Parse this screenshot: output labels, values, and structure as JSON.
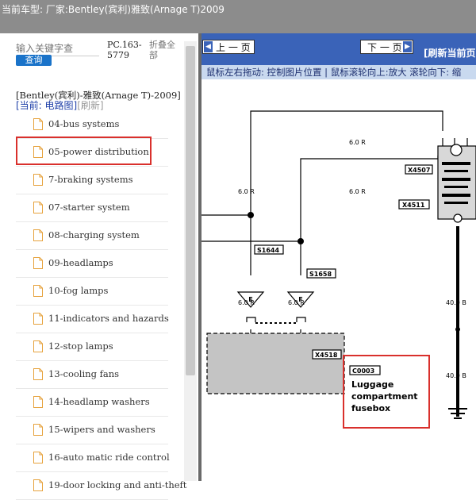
{
  "topbar": {
    "title": "当前车型:   厂家:Bentley(宾利)雅致(Arnage T)2009"
  },
  "sidebar": {
    "search_placeholder": "输入关键字查",
    "search_button": "查询",
    "pc_number": "PC.163-5779",
    "collapse_label": "折叠全部",
    "vehicle": "[Bentley(宾利)-雅致(Arnage T)-2009]",
    "current_label": "[当前: 电路图]",
    "refresh_label": "[刷新]",
    "items": [
      {
        "label": "04-bus systems"
      },
      {
        "label": "05-power distribution"
      },
      {
        "label": "7-braking systems"
      },
      {
        "label": "07-starter system"
      },
      {
        "label": "08-charging system"
      },
      {
        "label": "09-headlamps"
      },
      {
        "label": "10-fog lamps"
      },
      {
        "label": "11-indicators and hazards"
      },
      {
        "label": "12-stop lamps"
      },
      {
        "label": "13-cooling fans"
      },
      {
        "label": "14-headlamp washers"
      },
      {
        "label": "15-wipers and washers"
      },
      {
        "label": "16-auto matic ride control"
      },
      {
        "label": "19-door locking and anti-theft"
      }
    ],
    "highlight_color": "#d9302c"
  },
  "viewer": {
    "prev_button": "上 一 页",
    "next_button": "下 一 页",
    "refresh_page": "[刷新当前页",
    "hint": "鼠标左右拖动: 控制图片位置 | 鼠标滚轮向上:放大   滚轮向下: 缩",
    "diagram": {
      "wire_6r": "6.0 R",
      "wire_40b": "40.0 B",
      "conn_x4507": "X4507",
      "conn_x4511": "X4511",
      "splice_s1644": "S1644",
      "splice_s1658": "S1658",
      "conn_x4518": "X4518",
      "fuse_e": "E",
      "fuse_f": "F",
      "component_id": "C0003",
      "component_name_1": "Luggage",
      "component_name_2": "compartment",
      "component_name_3": "fusebox",
      "highlight_color": "#d9302c"
    }
  }
}
